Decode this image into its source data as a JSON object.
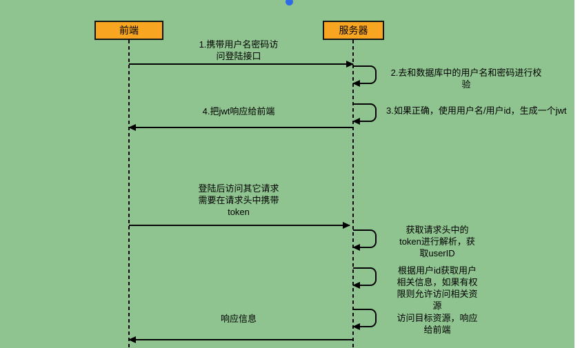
{
  "diagram_type": "sequence",
  "colors": {
    "background": "#8fc38f",
    "actor_fill": "#f8a521",
    "line": "#000000",
    "accent_dot": "#2e6be6"
  },
  "actors": {
    "frontend": "前端",
    "server": "服务器"
  },
  "labels": {
    "msg1": "1.携带用户名密码访\n问登陆接口",
    "note2": "2.去和数据库中的用户名和密码进行校\n验",
    "note3": "3.如果正确，使用用户名/用户id，生成一个jwt",
    "msg4": "4.把jwt响应给前端",
    "msg5": "登陆后访问其它请求\n需要在请求头中携带\ntoken",
    "note6": "获取请求头中的\ntoken进行解析，获\n取userID",
    "note7": "根据用户id获取用户\n相关信息，如果有权\n限则允许访问相关资\n源",
    "note8": "访问目标资源，响应\n给前端",
    "msg9": "响应信息"
  }
}
